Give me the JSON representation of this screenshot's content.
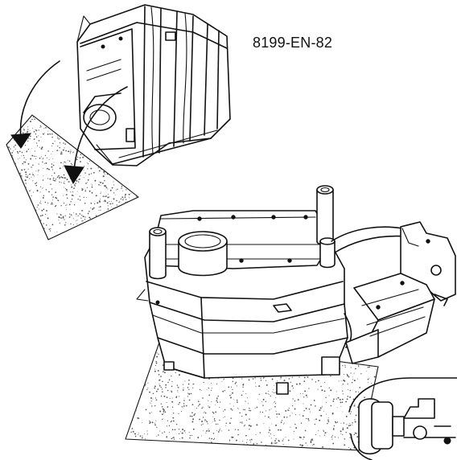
{
  "figure": {
    "reference_code": "8199-EN-82",
    "colors": {
      "line": "#111111",
      "background": "#ffffff",
      "speckle": "#555555"
    }
  },
  "icons": [
    "heat-exchanger-tilted",
    "heat-exchanger-upright",
    "speckled-mat",
    "rotation-arrow",
    "bracket-assembly",
    "detail-magnifier"
  ]
}
